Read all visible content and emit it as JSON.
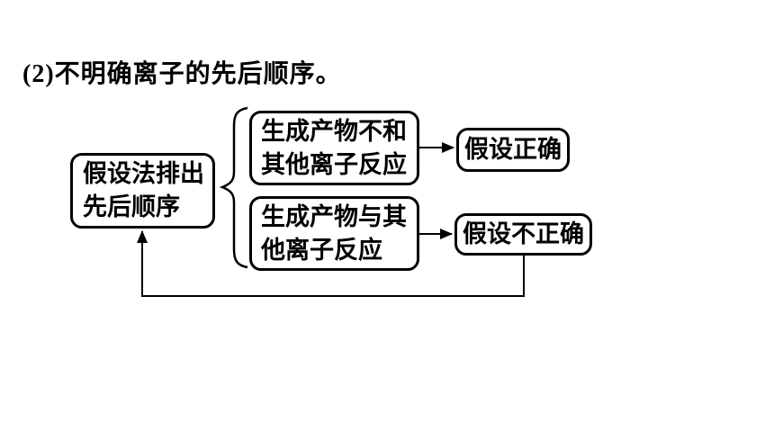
{
  "page": {
    "background_color": "#ffffff",
    "ink_color": "#000000"
  },
  "heading": {
    "text": "(2)不明确离子的先后顺序。"
  },
  "diagram": {
    "method_box": {
      "lines": [
        "假设法排出",
        "先后顺序"
      ]
    },
    "condition_top_box": {
      "lines": [
        "生成产物不和",
        "其他离子反应"
      ]
    },
    "condition_bottom_box": {
      "lines": [
        "生成产物与其",
        "他离子反应"
      ]
    },
    "result_top_box": {
      "label": "假设正确"
    },
    "result_bottom_box": {
      "label": "假设不正确"
    }
  }
}
